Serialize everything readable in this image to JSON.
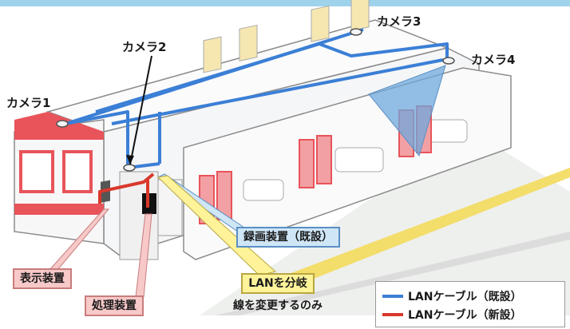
{
  "cameras": [
    "カメラ1",
    "カメラ2",
    "カメラ3",
    "カメラ4"
  ],
  "boxes": {
    "display": "表示装置",
    "processor": "処理装置",
    "recorder": "録画装置（既設）",
    "lan_line1": "LANを分岐",
    "lan_line2": "線を変更するのみ"
  },
  "legend": [
    {
      "label": "LANケーブル（既設）",
      "color": "#3b7fd6"
    },
    {
      "label": "LANケーブル（新設）",
      "color": "#d9382b"
    }
  ],
  "colors": {
    "existing_cable": "#3b7fd6",
    "new_cable": "#d9382b",
    "train_red": "#e8545a",
    "recorder_box": "#cfe6f7",
    "lan_box": "#fff39a",
    "device_box": "#f7c9c9",
    "coverage": "#6fa8dc"
  }
}
